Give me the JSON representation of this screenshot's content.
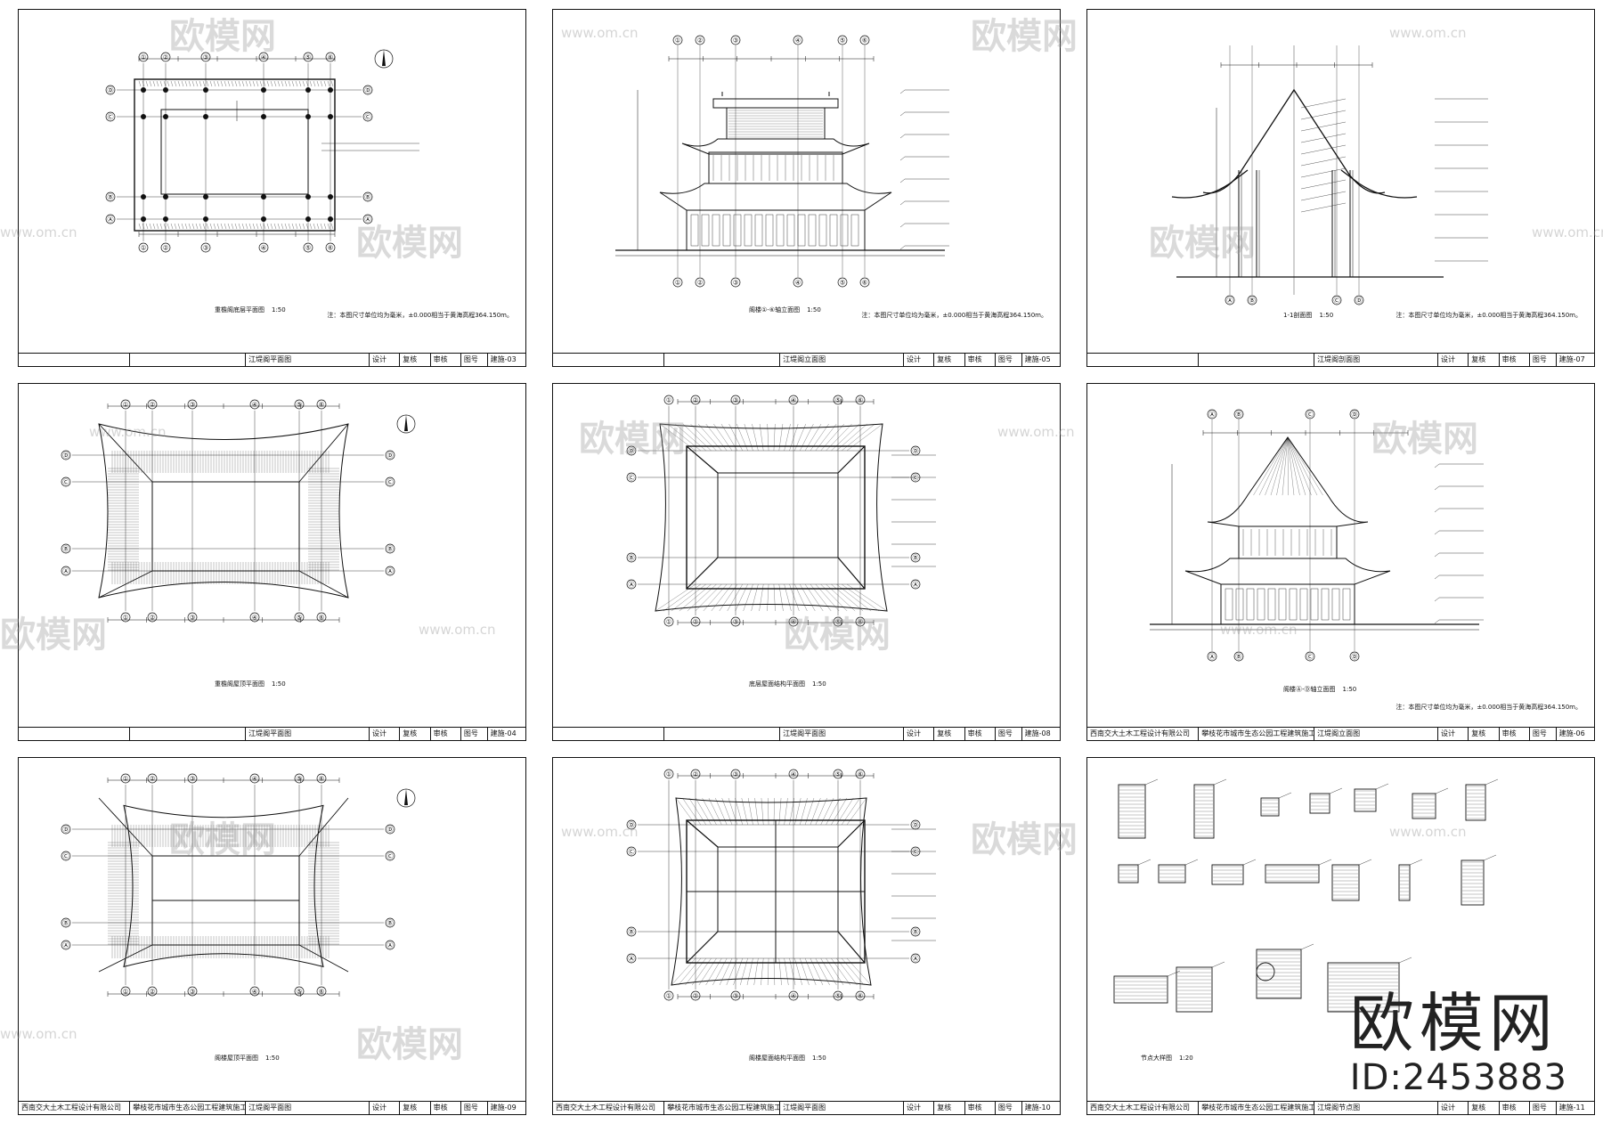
{
  "sheets": [
    {
      "id": "s1",
      "caption": "重檐阁底层平面图",
      "scale": "1:50",
      "note": "注：本图尺寸单位均为毫米，±0.000相当于黄海高程364.150m。",
      "titleblock": {
        "title": "江堤阁平面图",
        "design": "设计",
        "check": "复核",
        "review": "审核",
        "drawing_no": "图号",
        "sheet_no": "建施-03"
      }
    },
    {
      "id": "s2",
      "caption": "阁楼①-⑥轴立面图",
      "scale": "1:50",
      "note": "注：本图尺寸单位均为毫米，±0.000相当于黄海高程364.150m。",
      "titleblock": {
        "title": "江堤阁立面图",
        "design": "设计",
        "check": "复核",
        "review": "审核",
        "drawing_no": "图号",
        "sheet_no": "建施-05"
      }
    },
    {
      "id": "s3",
      "caption": "1-1剖面图",
      "scale": "1:50",
      "note": "注：本图尺寸单位均为毫米，±0.000相当于黄海高程364.150m。",
      "titleblock": {
        "title": "江堤阁剖面图",
        "design": "设计",
        "check": "复核",
        "review": "审核",
        "drawing_no": "图号",
        "sheet_no": "建施-07"
      }
    },
    {
      "id": "s4",
      "caption": "重檐阁屋顶平面图",
      "scale": "1:50",
      "note": "",
      "titleblock": {
        "title": "江堤阁平面图",
        "design": "设计",
        "check": "复核",
        "review": "审核",
        "drawing_no": "图号",
        "sheet_no": "建施-04"
      }
    },
    {
      "id": "s5",
      "caption": "底层屋面结构平面图",
      "scale": "1:50",
      "note": "",
      "titleblock": {
        "title": "江堤阁平面图",
        "design": "设计",
        "check": "复核",
        "review": "审核",
        "drawing_no": "图号",
        "sheet_no": "建施-08"
      }
    },
    {
      "id": "s6",
      "caption": "阁楼Ⓐ-Ⓓ轴立面图",
      "scale": "1:50",
      "note": "注：本图尺寸单位均为毫米，±0.000相当于黄海高程364.150m。",
      "titleblock": {
        "company": "西南交大土木工程设计有限公司",
        "project": "攀枝花市城市生态公园工程建筑施工图",
        "title": "江堤阁立面图",
        "design": "设计",
        "check": "复核",
        "review": "审核",
        "drawing_no": "图号",
        "sheet_no": "建施-06"
      }
    },
    {
      "id": "s7",
      "caption": "阁楼屋顶平面图",
      "scale": "1:50",
      "note": "",
      "titleblock": {
        "company": "西南交大土木工程设计有限公司",
        "project": "攀枝花市城市生态公园工程建筑施工图",
        "title": "江堤阁平面图",
        "design": "设计",
        "check": "复核",
        "review": "审核",
        "drawing_no": "图号",
        "sheet_no": "建施-09"
      }
    },
    {
      "id": "s8",
      "caption": "阁楼屋面结构平面图",
      "scale": "1:50",
      "note": "",
      "titleblock": {
        "company": "西南交大土木工程设计有限公司",
        "project": "攀枝花市城市生态公园工程建筑施工图",
        "title": "江堤阁平面图",
        "design": "设计",
        "check": "复核",
        "review": "审核",
        "drawing_no": "图号",
        "sheet_no": "建施-10"
      }
    },
    {
      "id": "s9",
      "caption": "节点大样图",
      "scale": "1:20",
      "note": "",
      "titleblock": {
        "company": "西南交大土木工程设计有限公司",
        "project": "攀枝花市城市生态公园工程建筑施工图",
        "title": "江堤阁节点图",
        "design": "设计",
        "check": "复核",
        "review": "审核",
        "drawing_no": "图号",
        "sheet_no": "建施-11"
      }
    }
  ],
  "axes": {
    "numbers": [
      "①",
      "②",
      "③",
      "④",
      "⑤",
      "⑥"
    ],
    "letters": [
      "Ⓐ",
      "Ⓑ",
      "Ⓒ",
      "Ⓓ"
    ]
  },
  "watermark": {
    "text": "欧模网",
    "url": "www.om.cn"
  },
  "brand": {
    "name": "欧模网",
    "id": "ID:2453883"
  },
  "colors": {
    "line": "#111111",
    "watermark": "#969696"
  }
}
